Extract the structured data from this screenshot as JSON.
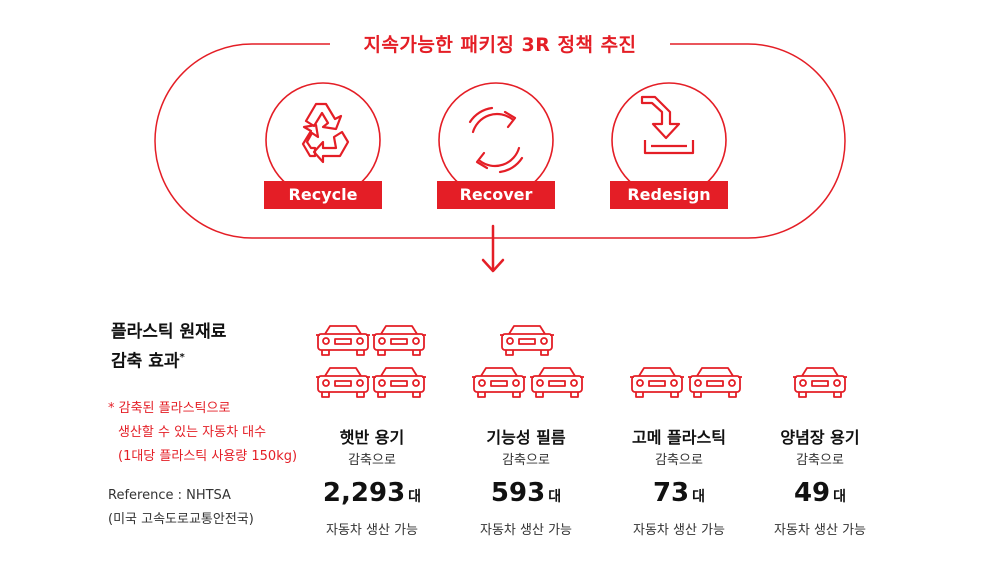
{
  "header": {
    "title": "지속가능한 패키징 3R 정책 추진"
  },
  "policies": [
    {
      "label": "Recycle",
      "icon": "recycle-icon"
    },
    {
      "label": "Recover",
      "icon": "recover-icon"
    },
    {
      "label": "Redesign",
      "icon": "redesign-icon"
    }
  ],
  "effect": {
    "heading_line1": "플라스틱 원재료",
    "heading_line2": "감축 효과",
    "heading_mark": "*",
    "note_lines": [
      "* 감축된 플라스틱으로",
      "생산할 수 있는 자동차 대수",
      "(1대당 플라스틱 사용량 150kg)"
    ],
    "reference_line1": "Reference : NHTSA",
    "reference_line2": "(미국 고속도로교통안전국)"
  },
  "results": [
    {
      "name": "햇반 용기",
      "sub": "감축으로",
      "value": "2,293",
      "unit": "대",
      "caption": "자동차 생산 가능",
      "car_icons": 4
    },
    {
      "name": "기능성 필름",
      "sub": "감축으로",
      "value": "593",
      "unit": "대",
      "caption": "자동차 생산 가능",
      "car_icons": 3
    },
    {
      "name": "고메 플라스틱",
      "sub": "감축으로",
      "value": "73",
      "unit": "대",
      "caption": "자동차 생산 가능",
      "car_icons": 2
    },
    {
      "name": "양념장 용기",
      "sub": "감축으로",
      "value": "49",
      "unit": "대",
      "caption": "자동차 생산 가능",
      "car_icons": 1
    }
  ],
  "colors": {
    "accent": "#e41e26",
    "text": "#111111"
  }
}
